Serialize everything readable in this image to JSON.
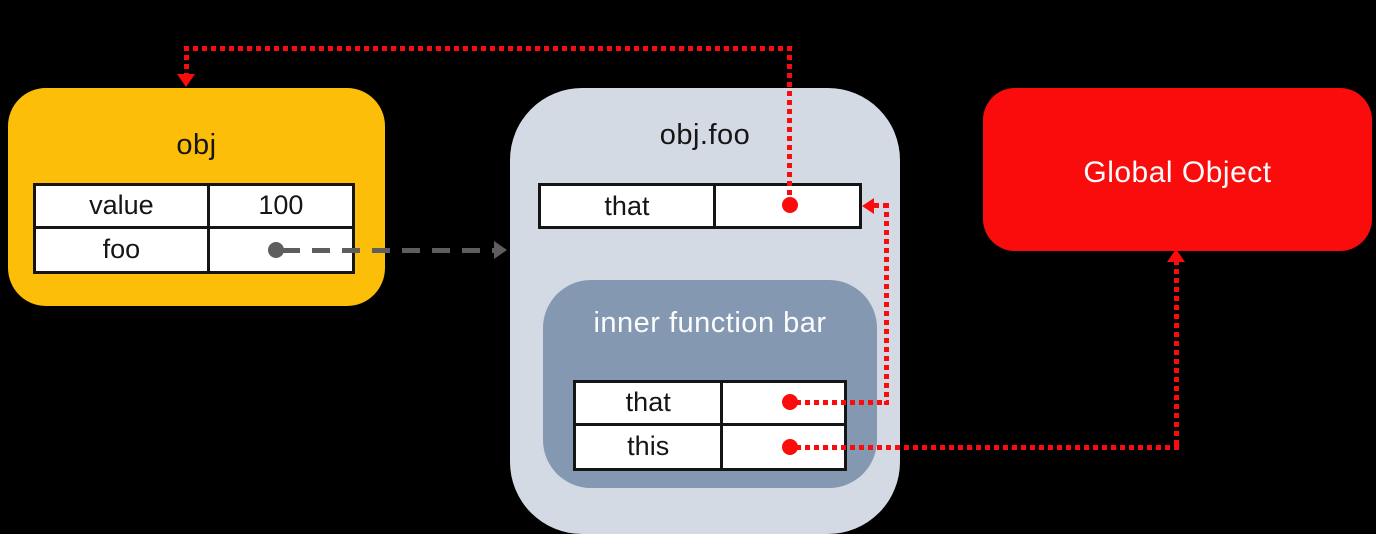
{
  "boxes": {
    "obj": {
      "title": "obj",
      "rows": [
        {
          "key": "value",
          "value": "100"
        },
        {
          "key": "foo",
          "value": ""
        }
      ]
    },
    "obj_foo": {
      "title": "obj.foo",
      "rows": [
        {
          "key": "that",
          "value": ""
        }
      ]
    },
    "inner_bar": {
      "title": "inner function bar",
      "rows": [
        {
          "key": "that",
          "value": ""
        },
        {
          "key": "this",
          "value": ""
        }
      ]
    },
    "global_object": {
      "title": "Global Object"
    }
  },
  "edges": [
    {
      "id": "objfoo-that-to-obj",
      "from": "obj_foo.that",
      "to": "obj",
      "style": "dotted",
      "color": "#FA0C0C"
    },
    {
      "id": "inner-that-to-objfoo-that-slot",
      "from": "inner_bar.that",
      "to": "obj_foo.that slot",
      "style": "dotted",
      "color": "#FA0C0C"
    },
    {
      "id": "inner-this-to-global-object",
      "from": "inner_bar.this",
      "to": "global_object",
      "style": "dotted",
      "color": "#FA0C0C"
    },
    {
      "id": "obj-foo-to-objfoo-box",
      "from": "obj.foo",
      "to": "obj_foo",
      "style": "dashed",
      "color": "#5E5E5E"
    }
  ],
  "colors": {
    "obj_box": "#FCBE08",
    "obj_foo_box": "#D4DAE3",
    "inner_bar_box": "#8598B1",
    "global_box": "#FA0C0C",
    "arrow_red": "#FA0C0C",
    "arrow_gray": "#5E5E5E",
    "background": "#000000"
  }
}
